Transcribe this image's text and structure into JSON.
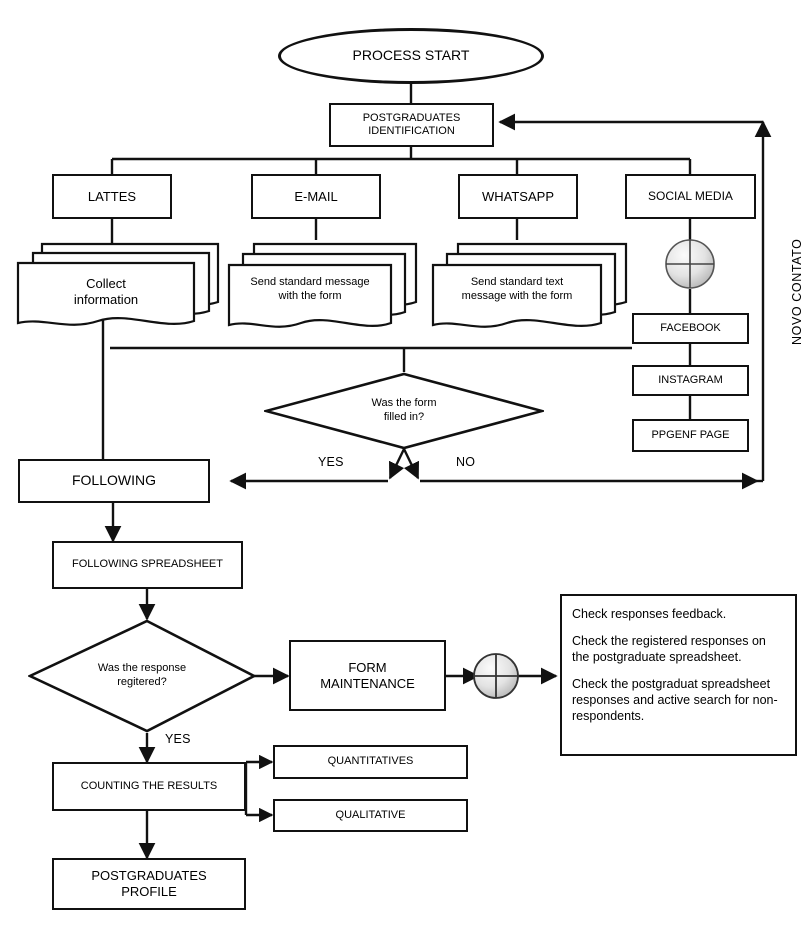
{
  "diagram": {
    "title": "Postgraduates research data-collection process flowchart",
    "colors": {
      "stroke": "#111111",
      "fill": "#ffffff",
      "junction_light": "#f2f2f2",
      "junction_dark": "#b6b6b6"
    }
  },
  "terminator": {
    "label": "PROCESS START"
  },
  "identification": {
    "label": "POSTGRADUATES\nIDENTIFICATION"
  },
  "channels": [
    {
      "key": "lattes",
      "label": "LATTES"
    },
    {
      "key": "email",
      "label": "E-MAIL"
    },
    {
      "key": "whatsapp",
      "label": "WHATSAPP"
    },
    {
      "key": "social_media",
      "label": "SOCIAL MEDIA"
    }
  ],
  "documents": [
    {
      "key": "lattes_doc",
      "label": "Collect\ninformation"
    },
    {
      "key": "email_doc",
      "label": "Send standard message\nwith the form"
    },
    {
      "key": "whatsapp_doc",
      "label": "Send standard text\nmessage with the form"
    }
  ],
  "social_channels": [
    {
      "key": "facebook",
      "label": "FACEBOOK"
    },
    {
      "key": "instagram",
      "label": "INSTAGRAM"
    },
    {
      "key": "ppgenf",
      "label": "PPGENF PAGE"
    }
  ],
  "decision_form": {
    "label": "Was the form\nfilled in?",
    "yes_label": "YES",
    "no_label": "NO"
  },
  "following": {
    "label": "FOLLOWING"
  },
  "following_spreadsheet": {
    "label": "FOLLOWING SPREADSHEET"
  },
  "decision_response": {
    "label": "Was the response\nregitered?",
    "yes_label": "YES"
  },
  "form_maintenance": {
    "label": "FORM\nMAINTENANCE"
  },
  "notes": {
    "lines": [
      "Check responses feedback.",
      "Check the registered responses on the postgraduate spreadsheet.",
      "Check the postgraduat spreadsheet responses and active search for non-respondents."
    ]
  },
  "results": {
    "counting": "COUNTING THE RESULTS",
    "quantitative": "QUANTITATIVES",
    "qualitative": "QUALITATIVE",
    "profile": "POSTGRADUATES\nPROFILE"
  },
  "loop_label": {
    "text": "NOVO CONTATO"
  }
}
